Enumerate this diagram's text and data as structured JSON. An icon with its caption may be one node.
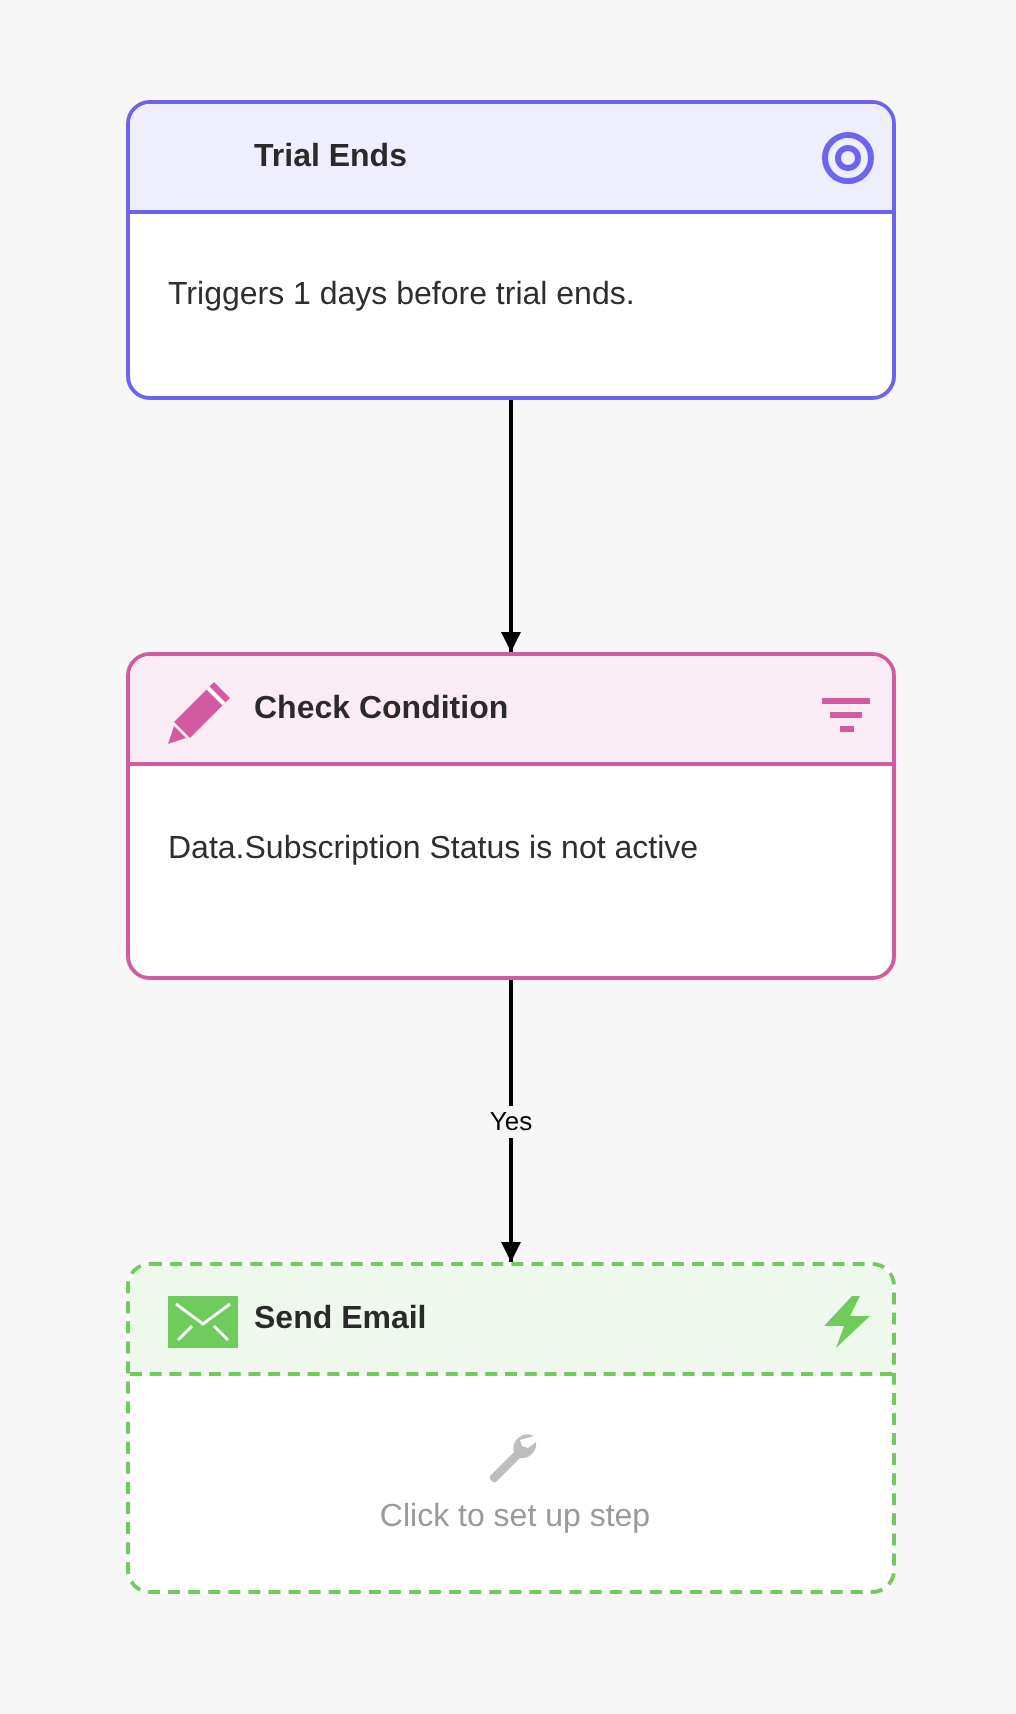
{
  "diagram": {
    "nodes": [
      {
        "text": [
          "Trial Ends",
          "Triggers 1 days before trial ends."
        ]
      },
      {
        "text": [
          "Check Condition",
          "Data.Subscription Status is not active"
        ]
      },
      {
        "text": [
          "Send Email",
          "Click to set up step"
        ]
      }
    ],
    "edges": [
      {
        "from": 0,
        "to": 1,
        "arrow": "to"
      },
      {
        "from": 1,
        "to": 2,
        "arrow": "to",
        "label": "Yes"
      }
    ]
  }
}
